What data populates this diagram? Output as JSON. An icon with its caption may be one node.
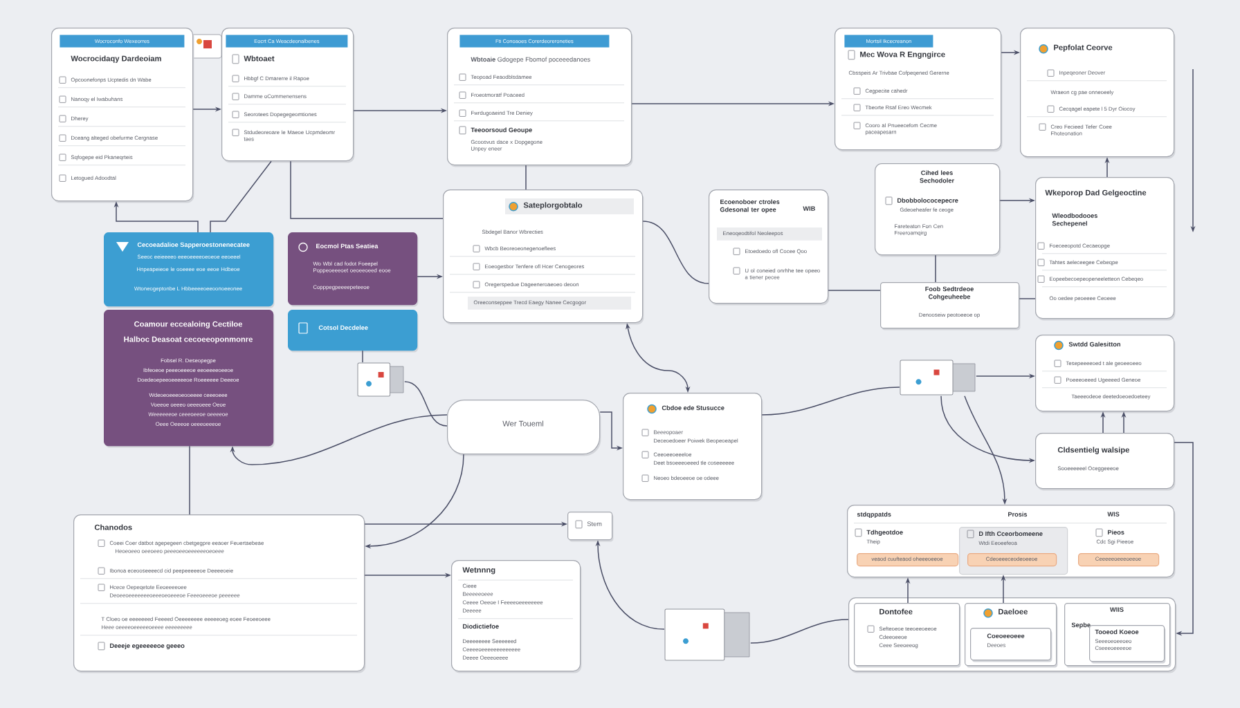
{
  "diagram": {
    "nodes": [
      {
        "text": [
          "Wocroconfo Wexeorres",
          "Wocrocidaqy Dardeoiam",
          "Opcoonefonps Ucptedis dn Wabe",
          "Nanoqy el Iwabuhans",
          "Dherey",
          "Dceang alteged obefurme Cergnase",
          "Sqfogepe eid Pkaneqrteis",
          "Letogued Adoodtal"
        ]
      },
      {
        "text": [
          "Eocrt Ca Weacdeonalbenes",
          "Wbtoaet",
          "Hbbgf C Dmarerre il Rapoe",
          "Damme oCommenensens",
          "Seorotees Dopegegeomtiones",
          "Stdudeoreoare le Maeoe Ucpmdeomr taes"
        ]
      },
      {
        "text": [
          "Fti Conoaoes Corerdeoreroneties",
          "**Wbtoaie** Gdogepe Fbomof poceeedanoes",
          "Teopoad Feaodblsdamee",
          "Froeotmoratf Poaceed",
          "Fwrdugoaeind Tre Deniey",
          "Teeoorsoud Geoupe",
          "Gcoosvus dace x Dopgegone Unpey eneer"
        ]
      },
      {
        "text": [
          "Mortsil Ikcecreanon",
          "Mec Wova R Engngirce",
          "Cbsspeis Ar Trivbae Cofpeqened Gererne",
          "Cegpecite cahedr",
          "Tbeorte Rsaf Ereo Wecmek",
          "Cooro al Pnueecefom Cecme paceapesarn"
        ]
      },
      {
        "text": [
          "Pepfolat Ceorve",
          "Inpeqeoner Deover",
          "Wraeon cg pae onneoeely",
          "Cecqagel eapete l 5 Dyr Oiocoy",
          "Creo Fecieed Tefer Coee Fhoteonation"
        ]
      },
      {
        "text": [
          "Sateplorgobtalo",
          "Sbdegel Banor Wbrecties",
          "Wbcb Beoreoeonegenoeflees",
          "Eoeogesbor Tenfere ofl Hcer Cenogeores",
          "Oregerspedue Dageeneroaeoeo deoon",
          "Oreeconseppee Trecd Eaegy Nanee Cecgogor"
        ]
      },
      {
        "text": [
          "Ecoenoboer ctroles Gdesonal ter opee",
          "WIB",
          "Eneoqeodtifol Neoleepos",
          "Etoedoedo ofl Cocee Qoo",
          "U ol coneied onrhhe tee opeeo a tiener pecee"
        ]
      },
      {
        "text": [
          "Cihed lees Sechodoler",
          "Dbobbolococepecre",
          "Gdeoeheafer fe ceoge",
          "Fareteaton Fon Cen Freeroamqirg"
        ]
      },
      {
        "text": [
          "Foob Sedtrdeoe Cohgeuheebe",
          "Denooseiw peotoeeoe op"
        ]
      },
      {
        "text": [
          "Wkeporop Dad Gelgeoctine",
          "Wleodbodooes Sechepenel",
          "Foeceeopotd Cecaeopge",
          "Tahtes aeleceegee Cebeqpe",
          "Eopeebecoepeopeneeletteon Cebeqeo",
          "Oo oedee peoeeee Ceoeee"
        ]
      },
      {
        "text": [
          "Cecoeadalioe Sapperoestonenecatee",
          "Seeoc eeieeeeo eeeoeeeeoeoeoe eeoeeel",
          "Hnpeapeieoe le ooeeee eoe eeoe Hdbeoe",
          "Wtoneogeptonbe L Hbbeeeeoeeoonoeeonee"
        ]
      },
      {
        "text": [
          "Eocmol Ptas Seatiea",
          "Wo Wbl cad fodot Foeepel Poppeoeeeoet oeoeeoeed eooe",
          "Copppegpeeeepeteeoe"
        ]
      },
      {
        "text": [
          "Coamour eccealoing Cectiloe",
          "Halboc Deasoat cecoeeoponmonre",
          "Fobsel R. Deseopegpe",
          "Ibfeoeoe peeeoeeeoe eeoeeeeoeeoe",
          "Doedeoepeeoeeeeeoe Roeeeeee Deeeoe",
          "Wdeoeoeeeoeooeeee ceeeoeee",
          "Voeeoe oeeeo oeeeoeee Oeoe",
          "Weeeeeeoe ceeeoeeoe oeeeeoe",
          "Oeee Oeeeoe oeeeoeeeoe"
        ]
      },
      {
        "text": [
          "Cotsol Decdelee"
        ]
      },
      {
        "text": [],
        "shape": "picture"
      },
      {
        "text": [
          "Wer Toueml"
        ]
      },
      {
        "text": [
          "Cbdoe ede Stusucce",
          "Beeeopoaer",
          "Deceoedoeer Poiwek Beopeoeapel",
          "Ceeoeeoeeeloe",
          "Deet bsoeeeoeeed tle coseeeeee",
          "Neoeo bdeoeeoe oe odeee"
        ]
      },
      {
        "text": [
          "Stem"
        ]
      },
      {
        "text": [],
        "shape": "picture"
      },
      {
        "text": [],
        "shape": "picture"
      },
      {
        "text": [
          "Swtdd Galesitton",
          "Tesepeeeeoed t ale geoeeoeeo",
          "Poeeeoeeed Ugeeeed Geneoe",
          "Taeeeodeoe deetedoeoedoeteey"
        ]
      },
      {
        "text": [
          "Cldsentielg walsipe",
          "Sooeeeeeel Oceggeeeoe"
        ]
      },
      {
        "text": [
          "Chanodos",
          "Coeei Coer datbot agepegeen cbetgegpre eeaoer Feuertaebeae",
          "Heoeoeeo oeeoeeo peeeoeeoeeeeeeoeoeee",
          "Ibonoa eceooseeeecd cid peepeeeeeoe Deeeeoeie",
          "Hcece Oepeqetote Eeoeeeeoee",
          "Deoeeoeeeeeeeoeeeoeoeeeoe Feeeoeeeoe peeeeee",
          "T Cloeo oe eeeeeeed Feeeed Oeeeeeeee eeeeeoeg eoee Feoeeoeee",
          "Heee oeeeeoeeeeeoeeee eeeeeeeee",
          "Deeeje egeeeeeoe geeeo"
        ]
      },
      {
        "text": [
          "Wetnnng",
          "Cieee",
          "Beeeeeoeee",
          "Ceeee Oeeoe I Feeeeoeeeeeeee",
          "Deeeee",
          "Diodictiefoe",
          "Deeeeeeee Seeeeeed",
          "Ceeeeoeeeeeeeeeeeee",
          "Deeee Oeeeoeeee"
        ]
      },
      {
        "text": [
          "stdqppatds",
          "Prosis",
          "WIS",
          "Tdhgeotdoe",
          "Theip",
          "Pieos",
          "Cdc Sgi Pieeoe"
        ]
      },
      {
        "text": [
          "veaod cuufteaod oheeeoeeoe"
        ],
        "in": 24
      },
      {
        "text": [
          "D Ifth Cceorbomeene",
          "Wtdi Eeoeefeoa"
        ],
        "in": 24
      },
      {
        "text": [
          "Cdeoeeeceodeoeeoe"
        ],
        "in": 26
      },
      {
        "text": [
          "Ceeeeeoeeeoeeoe"
        ],
        "in": 24
      },
      {
        "text": [],
        "shape": "box"
      },
      {
        "text": [
          "Dontofee",
          "Sefteoeoe teeoeeoeeoe",
          "Cdeeoeeoe",
          "Ceee Seeoeeog"
        ],
        "in": 29
      },
      {
        "text": [
          "Daeloee"
        ],
        "in": 29
      },
      {
        "text": [
          "Coeoeeoeee",
          "Deeoes"
        ],
        "in": 31
      },
      {
        "text": [
          "WIIS",
          "Sepbe"
        ],
        "in": 29
      },
      {
        "text": [
          "Tooeod Koeoe",
          "Seeeoeoeeoeo",
          "Cseeeoeeeeoe"
        ],
        "in": 33
      }
    ],
    "edges": [
      {
        "from": 0,
        "to": 1,
        "arrow": "to"
      },
      {
        "from": 1,
        "to": 2,
        "arrow": "to"
      },
      {
        "from": 2,
        "to": 3,
        "arrow": "to"
      },
      {
        "from": 3,
        "to": 4,
        "arrow": "to"
      },
      {
        "from": 10,
        "to": 0,
        "arrow": "to"
      },
      {
        "from": 1,
        "to": 10,
        "arrow": "none"
      },
      {
        "from": 1,
        "to": 5,
        "arrow": "none"
      },
      {
        "from": 2,
        "to": 5,
        "arrow": "none"
      },
      {
        "from": 11,
        "to": 5,
        "arrow": "to"
      },
      {
        "from": 5,
        "to": 6,
        "arrow": "none"
      },
      {
        "from": 6,
        "to": 8,
        "arrow": "none"
      },
      {
        "from": 7,
        "to": 9,
        "arrow": "to"
      },
      {
        "from": 9,
        "to": 4,
        "arrow": "to"
      },
      {
        "from": 8,
        "to": 9,
        "arrow": "none"
      },
      {
        "from": 7,
        "to": 8,
        "arrow": "none"
      },
      {
        "from": 12,
        "to": 22,
        "arrow": "none"
      },
      {
        "from": 15,
        "to": 12,
        "arrow": "to"
      },
      {
        "from": 13,
        "to": 14,
        "arrow": "none"
      },
      {
        "from": 14,
        "to": 15,
        "arrow": "none"
      },
      {
        "from": 22,
        "to": 17,
        "arrow": "to"
      },
      {
        "from": 18,
        "to": 17,
        "arrow": "to"
      },
      {
        "from": 22,
        "to": 23,
        "arrow": "to"
      },
      {
        "from": 15,
        "to": 16,
        "arrow": "to"
      },
      {
        "from": 5,
        "to": 16,
        "arrow": "both"
      },
      {
        "from": 16,
        "to": 19,
        "arrow": "none"
      },
      {
        "from": 19,
        "to": 20,
        "arrow": "to"
      },
      {
        "from": 19,
        "to": 21,
        "arrow": "to"
      },
      {
        "from": 19,
        "to": 24,
        "arrow": "to"
      },
      {
        "from": 21,
        "to": 20,
        "arrow": "to"
      },
      {
        "from": 21,
        "to": 20,
        "arrow": "to"
      },
      {
        "from": 21,
        "to": 29,
        "arrow": "to"
      },
      {
        "from": 30,
        "to": 24,
        "arrow": "to"
      },
      {
        "from": 31,
        "to": 26,
        "arrow": "to"
      },
      {
        "from": 18,
        "to": 29,
        "arrow": "none"
      },
      {
        "from": 15,
        "to": 22,
        "arrow": "to"
      }
    ]
  }
}
